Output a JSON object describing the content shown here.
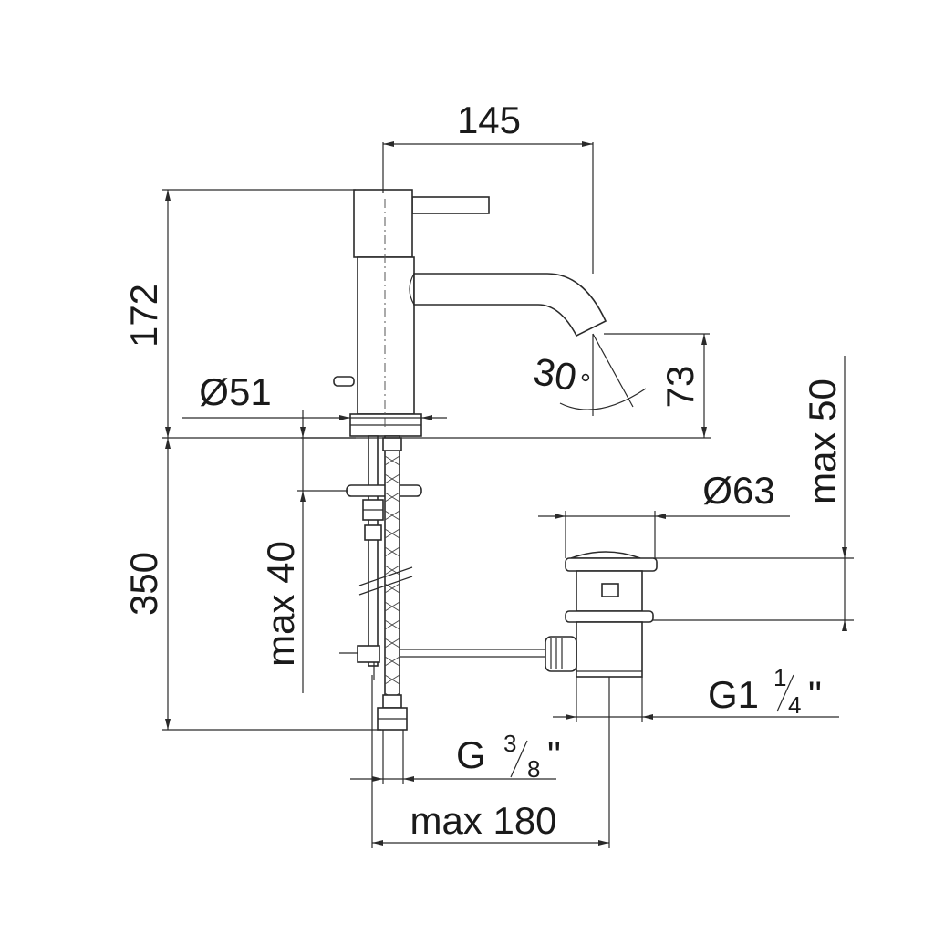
{
  "dimensions": {
    "spout_reach": "145",
    "overall_height": "172",
    "base_diameter": "Ø51",
    "spout_angle": "30",
    "degree_symbol": "°",
    "spout_clearance": "73",
    "deck_thickness_max": "max 50",
    "drain_diameter": "Ø63",
    "counter_thickness_max": "max 40",
    "supply_length": "350",
    "drain_thread": {
      "base": "G1",
      "num": "1",
      "den": "4",
      "quote": "\""
    },
    "supply_thread": {
      "base": "G",
      "num": "3",
      "den": "8",
      "quote": "\""
    },
    "rod_length_max": "max 180"
  }
}
